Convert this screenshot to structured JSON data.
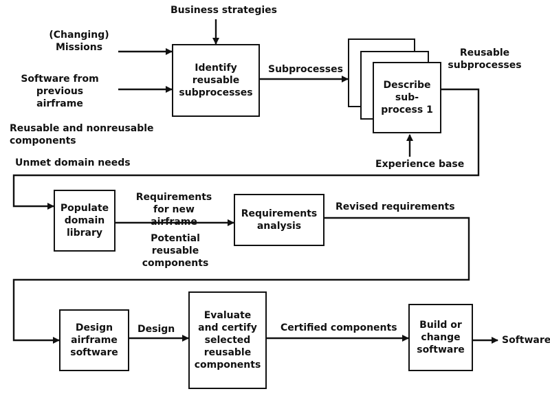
{
  "boxes": {
    "identify": "Identify\nreusable\nsubprocesses",
    "describe": "Describe\nsub-\nprocess 1",
    "populate": "Populate\ndomain\nlibrary",
    "requirements": "Requirements\nanalysis",
    "design": "Design\nairframe\nsoftware",
    "evaluate": "Evaluate\nand certify\nselected\nreusable\ncomponents",
    "build": "Build or\nchange\nsoftware"
  },
  "labels": {
    "business_strategies": "Business strategies",
    "missions": "(Changing)\nMissions",
    "software_previous": "Software from previous\nairframe",
    "subprocesses": "Subprocesses",
    "reusable_subprocesses": "Reusable\nsubprocesses",
    "reusable_nonreusable": "Reusable and nonreusable\ncomponents",
    "unmet_needs": "Unmet domain needs",
    "experience_base": "Experience base",
    "req_new_airframe": "Requirements\nfor new airframe",
    "potential_reusable": "Potential reusable\ncomponents",
    "revised_requirements": "Revised requirements",
    "design": "Design",
    "certified_components": "Certified components",
    "software": "Software"
  }
}
